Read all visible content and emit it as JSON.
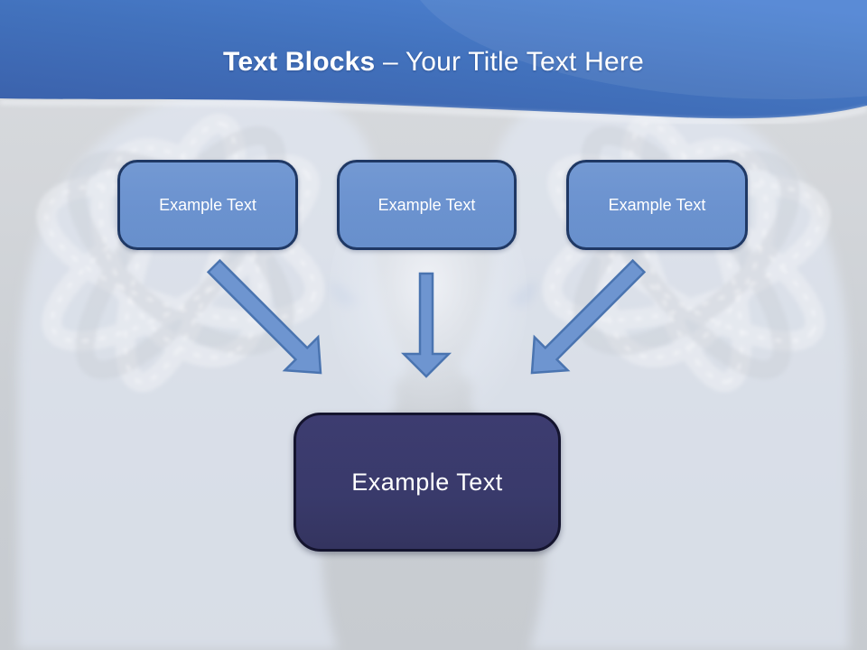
{
  "slide": {
    "title": {
      "bold": "Text Blocks ",
      "rest": "– Your Title Text Here"
    },
    "blocks": [
      {
        "label": "Example Text"
      },
      {
        "label": "Example Text"
      },
      {
        "label": "Example Text"
      }
    ],
    "result_block": {
      "label": "Example Text"
    },
    "icons": {
      "arrow_left": "arrow-down-right-icon",
      "arrow_center": "arrow-down-icon",
      "arrow_right": "arrow-down-left-icon"
    },
    "colors": {
      "header_blue_dark": "#3a5fa9",
      "header_blue_light": "#4e83d3",
      "block_fill": "#6b92cf",
      "block_border": "#1f3864",
      "arrow_fill": "#6e95d0",
      "arrow_border": "#4a74b0",
      "result_fill": "#393a6b",
      "result_border": "#14142e",
      "title_text": "#ffffff",
      "background_gray": "#cbcfd4"
    }
  }
}
